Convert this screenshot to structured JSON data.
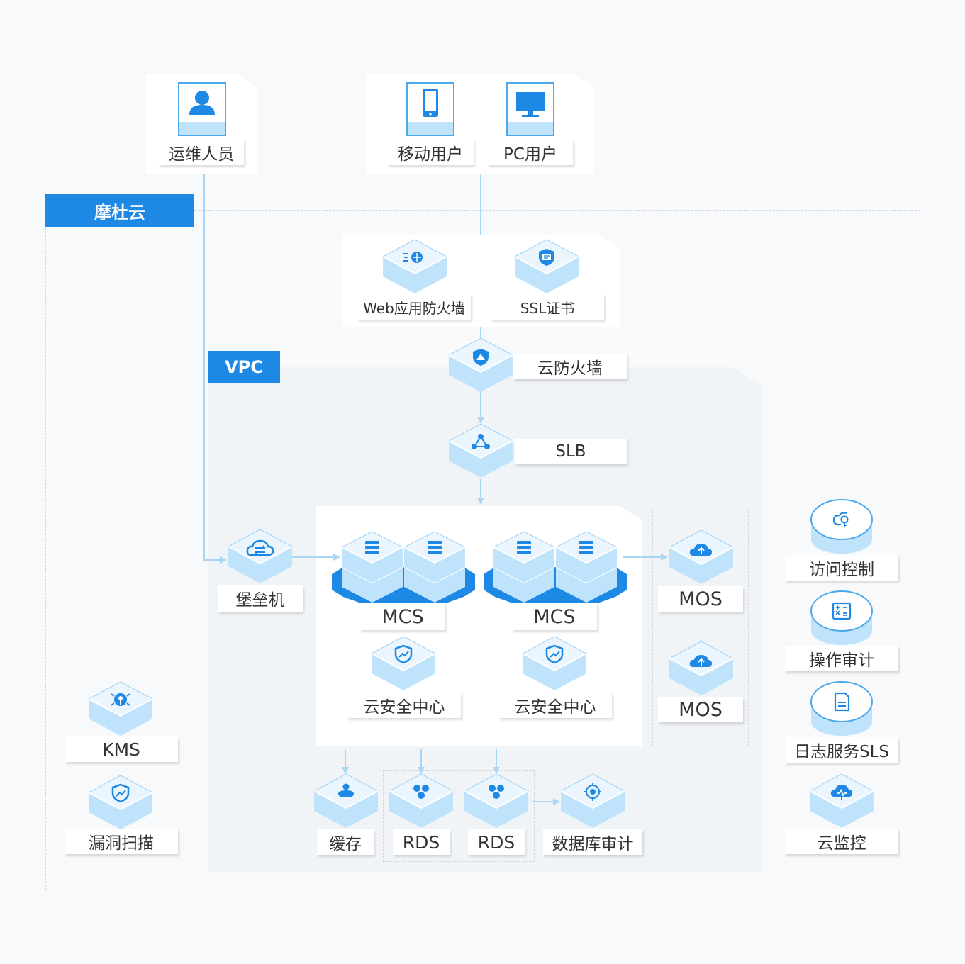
{
  "regions": {
    "cloud_label": "摩杜云",
    "vpc_label": "VPC"
  },
  "users": {
    "ops": "运维人员",
    "mobile": "移动用户",
    "pc": "PC用户"
  },
  "edge": {
    "waf": "Web应用防火墙",
    "ssl": "SSL证书"
  },
  "network": {
    "firewall": "云防火墙",
    "slb": "SLB"
  },
  "compute": {
    "bastion": "堡垒机",
    "mcs_a": "MCS",
    "mcs_b": "MCS",
    "sec_a": "云安全中心",
    "sec_b": "云安全中心"
  },
  "storage": {
    "mos_a": "MOS",
    "mos_b": "MOS"
  },
  "data": {
    "cache": "缓存",
    "rds_a": "RDS",
    "rds_b": "RDS",
    "db_audit": "数据库审计"
  },
  "security": {
    "kms": "KMS",
    "vuln_scan": "漏洞扫描"
  },
  "management": {
    "access_control": "访问控制",
    "op_audit": "操作审计",
    "log_service": "日志服务SLS",
    "monitor": "云监控"
  },
  "colors": {
    "brand": "#1e88e5",
    "line": "#a9d6f5",
    "icon": "#1e88e5",
    "cube_top": "#eaf5fd",
    "cube_side": "#bfe3fa"
  }
}
